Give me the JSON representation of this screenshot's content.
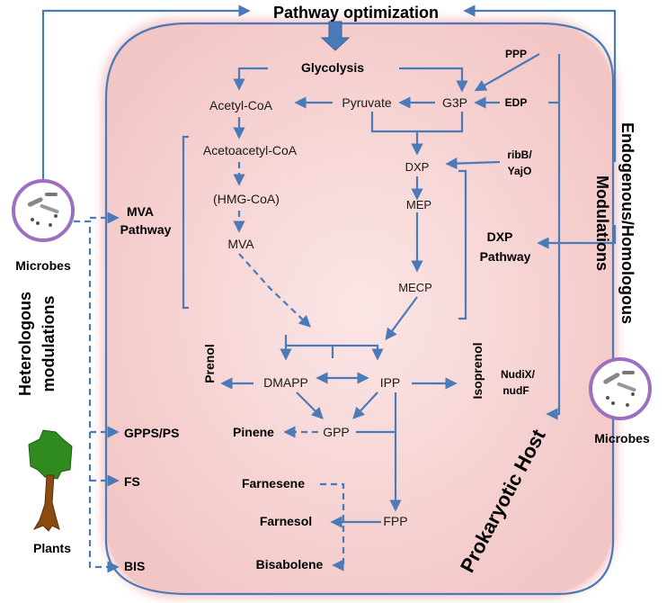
{
  "title": "Pathway optimization",
  "host_label": "Prokaryotic Host",
  "left_source": "Microbes",
  "right_source": "Microbes",
  "plants_label": "Plants",
  "hetero_line1": "Heterologous",
  "hetero_line2": "modulations",
  "endo_line1": "Endogenous/Homologous",
  "endo_line2": "Modulations",
  "metabolites": {
    "glycolysis": "Glycolysis",
    "pyruvate": "Pyruvate",
    "g3p": "G3P",
    "acetyl_coa": "Acetyl-CoA",
    "acetoacetyl_coa": "Acetoacetyl-CoA",
    "hmg_coa": "(HMG-CoA)",
    "mva": "MVA",
    "dxp": "DXP",
    "mep": "MEP",
    "mecp": "MECP",
    "dmapp": "DMAPP",
    "ipp": "IPP",
    "gpp": "GPP",
    "fpp": "FPP"
  },
  "pathways": {
    "mva_line1": "MVA",
    "mva_line2": "Pathway",
    "dxp_line1": "DXP",
    "dxp_line2": "Pathway"
  },
  "genes": {
    "ppp": "PPP",
    "edp": "EDP",
    "ribb": "ribB/",
    "yajo": "YajO",
    "nudix": "NudiX/",
    "nudf": "nudF",
    "gpps": "GPPS/PS",
    "fs": "FS",
    "bis": "BIS"
  },
  "products": {
    "prenol": "Prenol",
    "isoprenol": "Isoprenol",
    "pinene": "Pinene",
    "farnesene": "Farnesene",
    "farnesol": "Farnesol",
    "bisabolene": "Bisabolene"
  },
  "colors": {
    "arrow": "#4a7ab8",
    "host_fill": "#f6d4d4",
    "host_glow": "#f08a8a",
    "microbe_ring": "#9c6fc0",
    "tree_foliage": "#2f8a1f",
    "tree_trunk": "#8b4a12"
  }
}
